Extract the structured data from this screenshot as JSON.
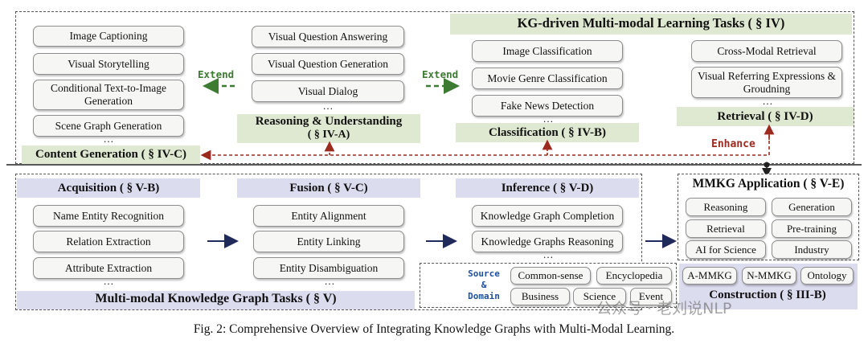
{
  "top_title": "KG-driven Multi-modal Learning Tasks ( § IV)",
  "content_generation": {
    "items": [
      "Image Captioning",
      "Visual Storytelling",
      "Conditional Text-to-Image Generation",
      "Scene Graph Generation"
    ],
    "ellipsis": "…",
    "label": "Content Generation  ( § IV-C)"
  },
  "reasoning": {
    "items": [
      "Visual Question Answering",
      "Visual Question Generation",
      "Visual Dialog"
    ],
    "ellipsis": "…",
    "label_line1": "Reasoning & Understanding",
    "label_line2": "( § IV-A)"
  },
  "classification": {
    "items": [
      "Image Classification",
      "Movie Genre Classification",
      "Fake News Detection"
    ],
    "ellipsis": "…",
    "label": "Classification ( § IV-B)"
  },
  "retrieval": {
    "items": [
      "Cross-Modal Retrieval",
      "Visual Referring Expressions & Groudning"
    ],
    "ellipsis": "…",
    "label": "Retrieval ( § IV-D)"
  },
  "arrows": {
    "extend_left": "Extend",
    "extend_right": "Extend",
    "enhance": "Enhance"
  },
  "acquisition": {
    "title": "Acquisition ( § V-B)",
    "items": [
      "Name Entity Recognition",
      "Relation Extraction",
      "Attribute Extraction"
    ],
    "ellipsis": "…"
  },
  "fusion": {
    "title": "Fusion  ( § V-C)",
    "items": [
      "Entity Alignment",
      "Entity Linking",
      "Entity Disambiguation"
    ],
    "ellipsis": "…"
  },
  "inference": {
    "title": "Inference  ( § V-D)",
    "items": [
      "Knowledge Graph Completion",
      "Knowledge Graphs Reasoning"
    ],
    "ellipsis": "…"
  },
  "bottom_title": "Multi-modal Knowledge Graph Tasks  ( § V)",
  "mmkg_app": {
    "title": "MMKG Application ( § V-E)",
    "items": [
      "Reasoning",
      "Generation",
      "Retrieval",
      "Pre-training",
      "AI for Science",
      "Industry"
    ]
  },
  "source_domain": {
    "label_line1": "Source",
    "label_line2": "&",
    "label_line3": "Domain",
    "items_row1": [
      "Common-sense",
      "Encyclopedia"
    ],
    "items_row2": [
      "Business",
      "Science",
      "Event"
    ]
  },
  "construction": {
    "items": [
      "A-MMKG",
      "N-MMKG",
      "Ontology"
    ],
    "label": "Construction ( § III-B)"
  },
  "watermark": "公众号 · 老刘说NLP",
  "caption": "Fig. 2: Comprehensive Overview of Integrating Knowledge Graphs with Multi-Modal Learning.",
  "colors": {
    "green": "#dfe9d1",
    "blue": "#dcdcef",
    "dark_red": "#9b2a1f",
    "green_arrow": "#3d7a32",
    "navy": "#1f2a5a"
  }
}
